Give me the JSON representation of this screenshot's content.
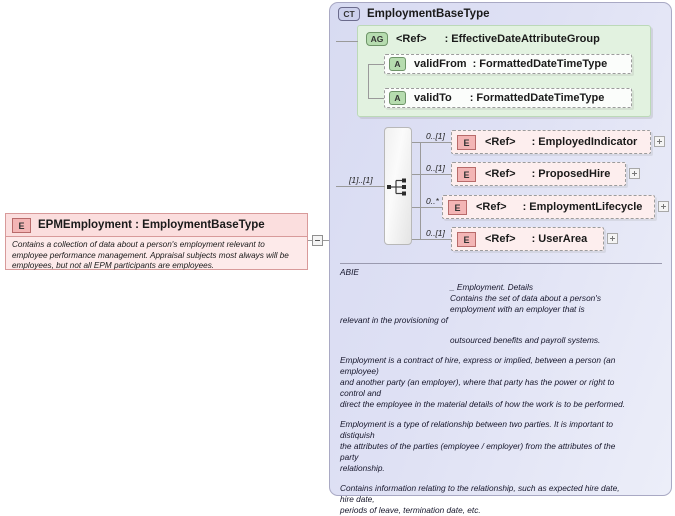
{
  "diagram": {
    "type": "xml-schema-diagram",
    "left_element": {
      "badge": "E",
      "title": "EPMEmployment : EmploymentBaseType",
      "documentation": "Contains a collection of data about a person's employment relevant to employee performance management. Appraisal subjects most always will be employees, but not all EPM participants are employees.",
      "toggle_icon": "minus-icon"
    },
    "complex_type": {
      "badge": "CT",
      "title": "EmploymentBaseType"
    },
    "attribute_group": {
      "badge": "AG",
      "ref": "<Ref>",
      "type": ": EffectiveDateAttributeGroup",
      "attributes": [
        {
          "badge": "A",
          "name": "validFrom",
          "type": ": FormattedDateTimeType"
        },
        {
          "badge": "A",
          "name": "validTo",
          "type": ": FormattedDateTimeType"
        }
      ]
    },
    "sequence": {
      "icon": "sequence-icon",
      "cardinality": "[1]..[1]"
    },
    "elements": [
      {
        "cardinality": "0..[1]",
        "badge": "E",
        "ref": "<Ref>",
        "type": ": EmployedIndicator",
        "expand": "plus-icon"
      },
      {
        "cardinality": "0..[1]",
        "badge": "E",
        "ref": "<Ref>",
        "type": ": ProposedHire",
        "expand": "plus-icon"
      },
      {
        "cardinality": "0..*",
        "badge": "E",
        "ref": "<Ref>",
        "type": ": EmploymentLifecycle",
        "expand": "plus-icon"
      },
      {
        "cardinality": "0..[1]",
        "badge": "E",
        "ref": "<Ref>",
        "type": ": UserArea",
        "expand": "plus-icon"
      }
    ],
    "documentation": {
      "abie_label": "ABIE",
      "title_line": "_ Employment. Details",
      "intro_indent_1": "Contains the set of data about a person's",
      "intro_indent_2": "employment with an employer that is",
      "intro_left": "relevant in the provisioning of",
      "intro_indent_3": "outsourced benefits and payroll systems.",
      "para2": "Employment is a contract of hire, express or implied, between a person (an\nemployee)\nand another party (an employer), where that party has the power or right to\ncontrol and\ndirect the employee in the material details of how the work is to be performed.",
      "para3": "Employment is a type of relationship between two parties. It is important to\ndistiquish\nthe attributes of the parties (employee / employer) from the attributes of the\nparty\nrelationship.",
      "para4": "Contains information relating to the relationship, such as expected hire date,\nhire date,\nperiods of leave, termination date, etc."
    }
  },
  "colors": {
    "element_fill": "#fdeaea",
    "element_border": "#d89a9a",
    "panel_fill": "#dcdef4",
    "panel_border": "#a9a9c4",
    "attrgroup_fill": "#e2f2e0",
    "attrgroup_border": "#bcd9b8",
    "connector": "#9a9a9a"
  }
}
